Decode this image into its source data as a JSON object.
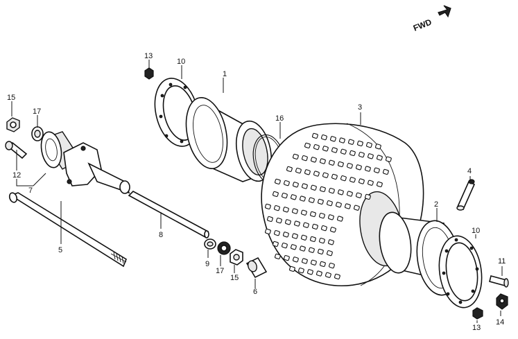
{
  "direction": {
    "label": "FWD"
  },
  "callouts": [
    "1",
    "2",
    "3",
    "4",
    "5",
    "6",
    "7",
    "8",
    "9",
    "10",
    "10",
    "11",
    "12",
    "13",
    "13",
    "14",
    "15",
    "15",
    "16",
    "17",
    "17"
  ]
}
